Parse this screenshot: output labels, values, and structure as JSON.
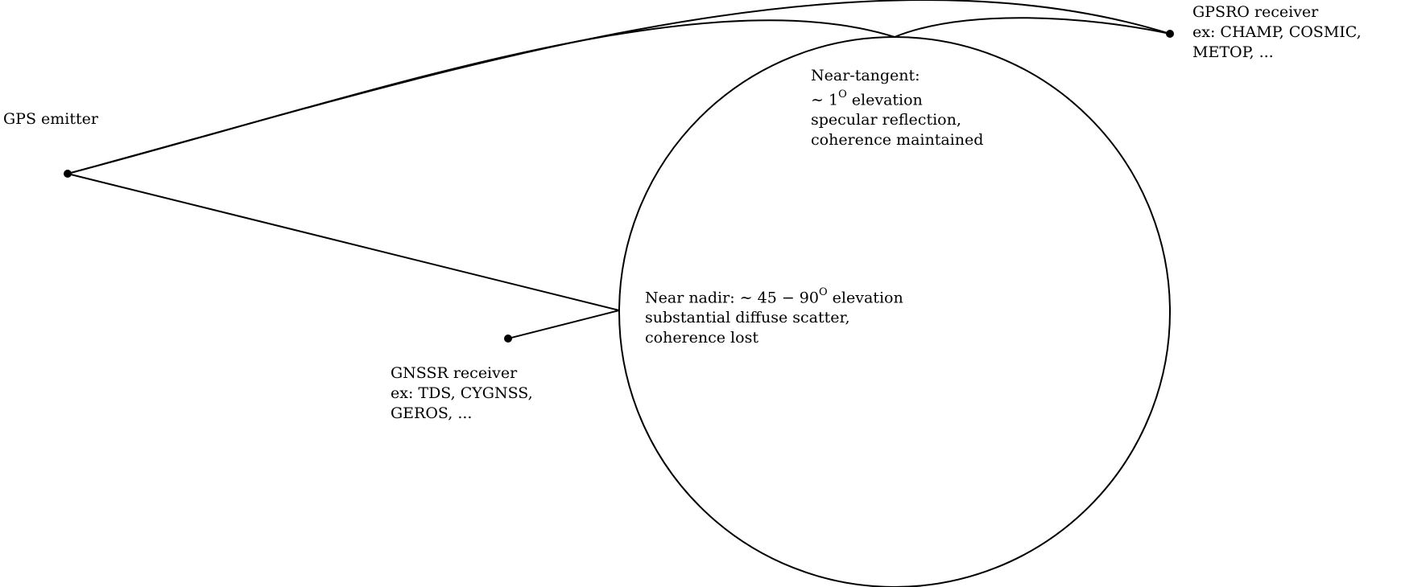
{
  "colors": {
    "ink": "#000000",
    "background": "#ffffff"
  },
  "nodes": {
    "gps_emitter": {
      "label": "GPS emitter"
    },
    "gpsro_receiver": {
      "label_lines": [
        "GPSRO receiver",
        "ex: CHAMP, COSMIC,",
        "METOP, ..."
      ]
    },
    "gnssr_receiver": {
      "label_lines": [
        "GNSSR receiver",
        "ex: TDS, CYGNSS,",
        "GEROS, ..."
      ]
    }
  },
  "regions": {
    "near_tangent": {
      "line1": "Near-tangent:",
      "line2_prefix": "∼ 1",
      "line2_sup": "O",
      "line2_suffix": " elevation",
      "line3": "specular reflection,",
      "line4": "coherence maintained"
    },
    "near_nadir": {
      "line1_prefix": "Near nadir: ∼ 45 − 90",
      "line1_sup": "O",
      "line1_suffix": " elevation",
      "line2": "substantial diffuse scatter,",
      "line3": "coherence lost"
    }
  }
}
